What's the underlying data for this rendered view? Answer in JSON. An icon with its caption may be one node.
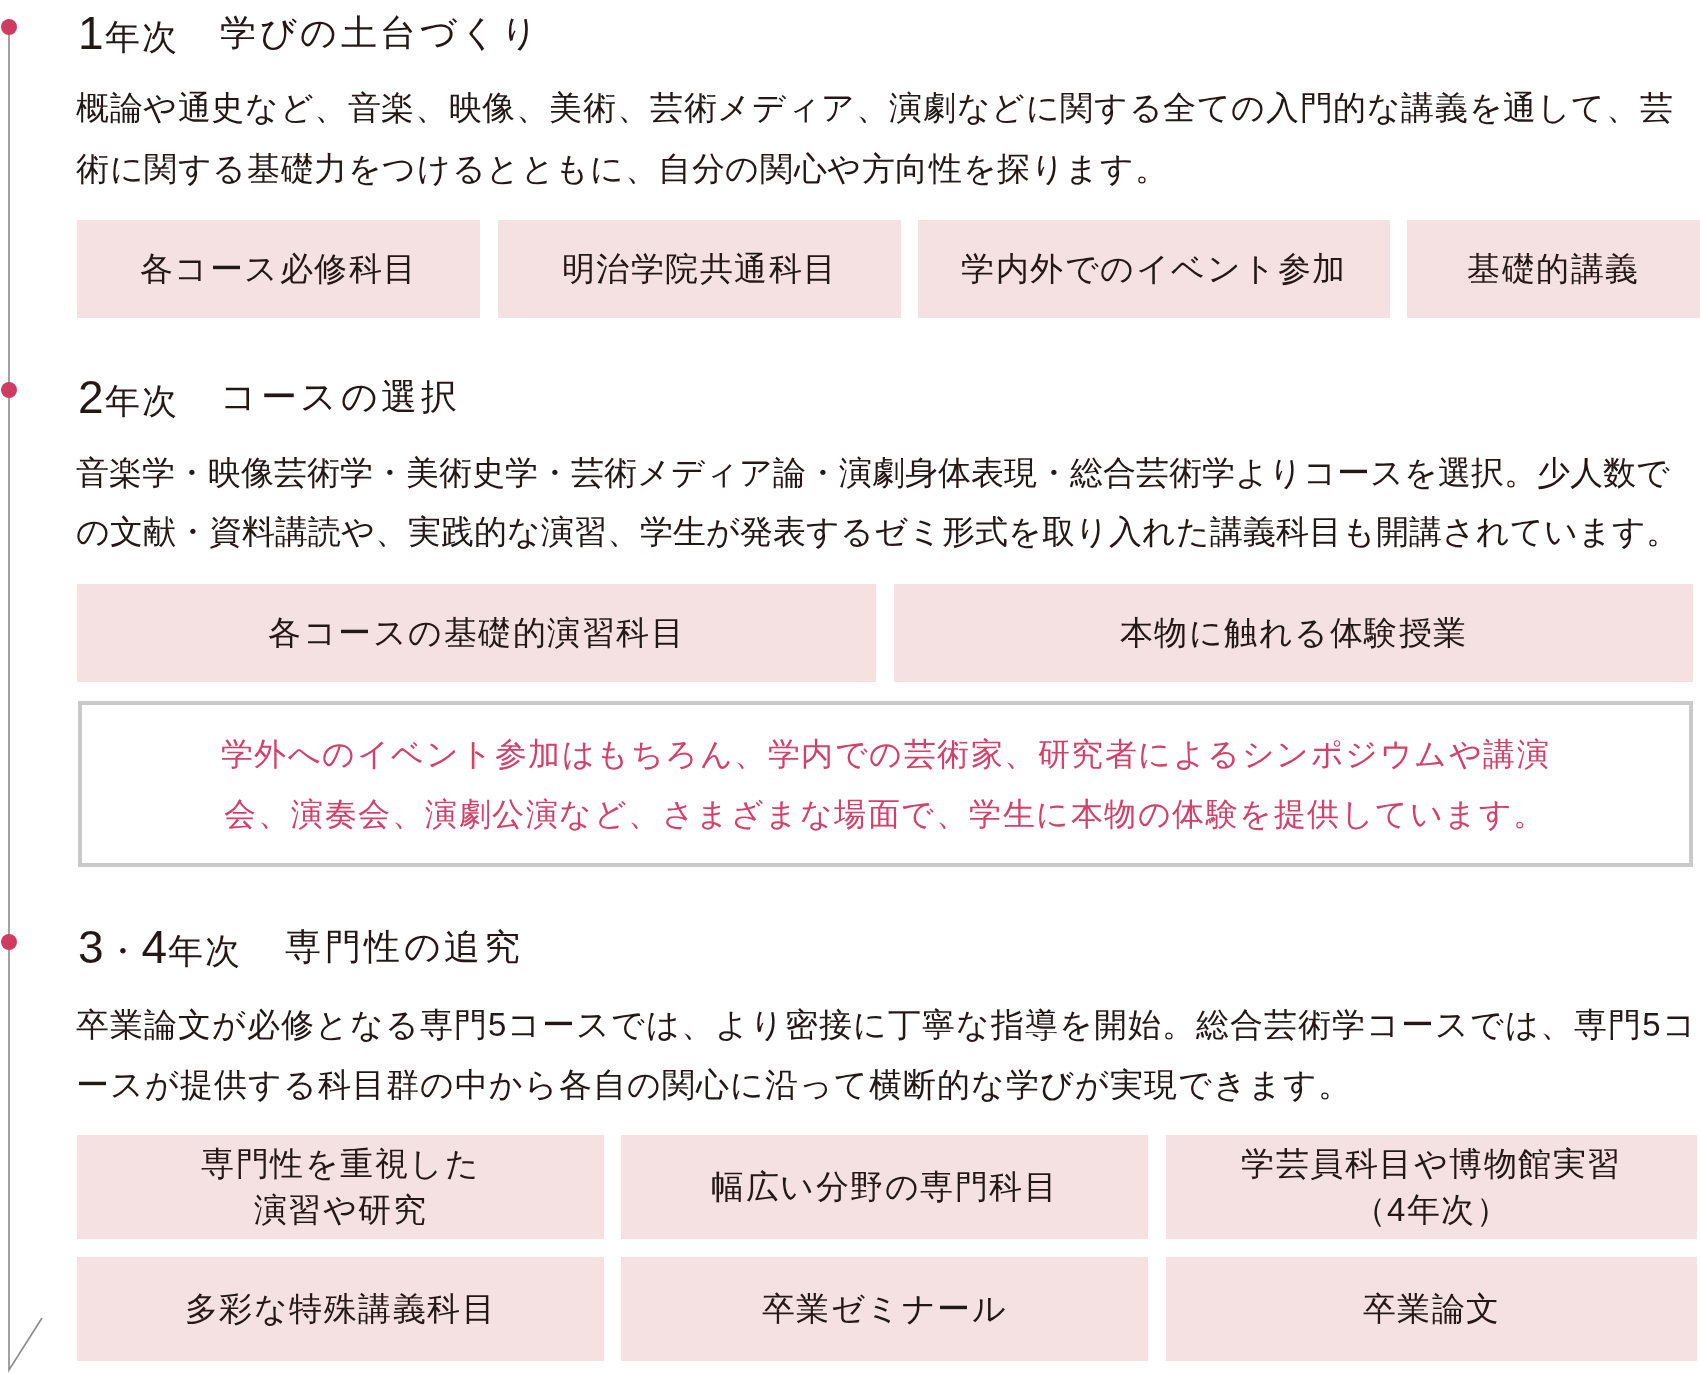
{
  "diagram": {
    "nodes": [
      {
        "text": [
          "各コース必修科目"
        ]
      },
      {
        "text": [
          "明治学院共通科目"
        ]
      },
      {
        "text": [
          "学内外でのイベント参加"
        ]
      },
      {
        "text": [
          "基礎的講義"
        ]
      },
      {
        "text": [
          "各コースの基礎的演習科目"
        ]
      },
      {
        "text": [
          "本物に触れる体験授業"
        ]
      },
      {
        "text": [
          "学外へのイベント参加はもちろん、学内での芸術家、研究者によるシンポジウムや講演会、演奏会、演劇公演など、さまざまな場面で、学生に本物の体験を提供しています。"
        ]
      },
      {
        "text": [
          "専門性を重視した演習や研究"
        ]
      },
      {
        "text": [
          "幅広い分野の専門科目"
        ]
      },
      {
        "text": [
          "学芸員科目や博物館実習（4年次）"
        ]
      },
      {
        "text": [
          "多彩な特殊講義科目"
        ]
      },
      {
        "text": [
          "卒業ゼミナール"
        ]
      },
      {
        "text": [
          "卒業論文"
        ]
      }
    ],
    "labels": [
      "1年次",
      "学びの土台づくり",
      "概論や通史など、音楽、映像、美術、芸術メディア、演劇などに関する全ての入門的な講義を通して、芸術に関する基礎力をつけるとともに、自分の関心や方向性を探ります。",
      "2年次",
      "コースの選択",
      "音楽学・映像芸術学・美術史学・芸術メディア論・演劇身体表現・総合芸術学よりコースを選択。少人数での文献・資料講読や、実践的な演習、学生が発表するゼミ形式を取り入れた講義科目も開講されています。",
      "3・4年次",
      "専門性の追究",
      "卒業論文が必修となる専門5コースでは、より密接に丁寧な指導を開始。総合芸術学コースでは、専門5コースが提供する科目群の中から各自の関心に沿って横断的な学びが実現できます。"
    ]
  }
}
